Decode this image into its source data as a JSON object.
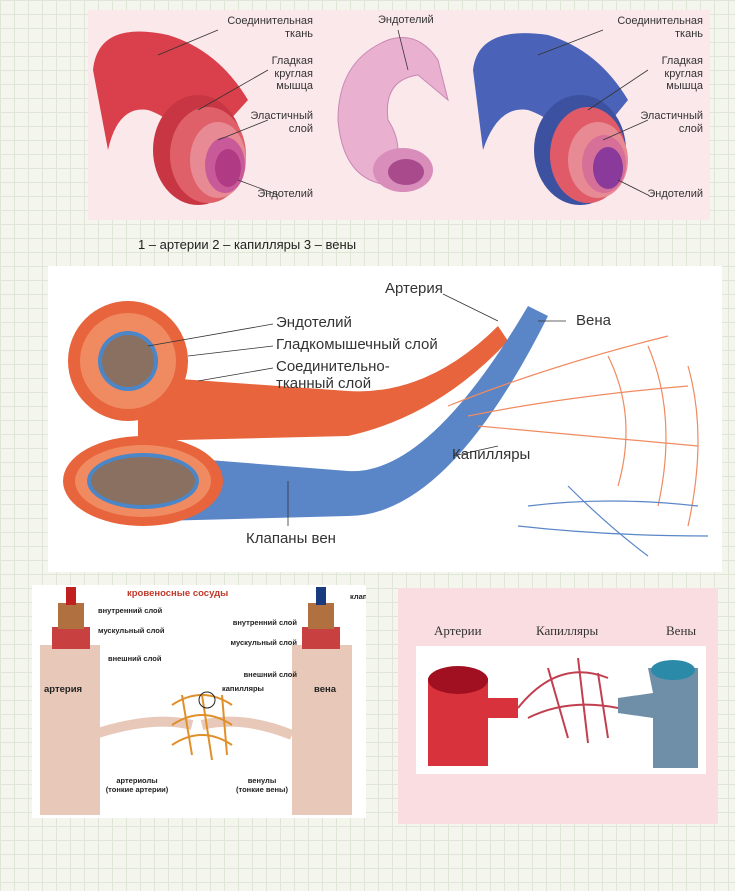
{
  "panel1": {
    "artery_labels": [
      "Соединительная ткань",
      "Гладкая круглая мышца",
      "Эластичный слой",
      "Эндотелий"
    ],
    "capillary_label": "Эндотелий",
    "vein_labels": [
      "Соединительная ткань",
      "Гладкая круглая мышца",
      "Эластичный слой",
      "Эндотелий"
    ]
  },
  "caption": "1 – артерии 2 – капилляры 3 – вены",
  "panel2": {
    "artery": "Артерия",
    "vein": "Вена",
    "endothelium": "Эндотелий",
    "smooth_muscle": "Гладкомышечный слой",
    "connective": "Соединительно-тканный слой",
    "capillaries": "Капилляры",
    "valves": "Клапаны вен"
  },
  "panel3": {
    "title": "кровеносные сосуды",
    "inner_left": "внутренний слой",
    "muscle_left": "мускульный слой",
    "outer_left": "внешний слой",
    "valve": "клапан",
    "inner_right": "внутренний слой",
    "muscle_right": "мускульный слой",
    "outer_right": "внешний слой",
    "capillaries": "капилляры",
    "artery": "артерия",
    "vein": "вена",
    "arterioles": "артериолы",
    "arterioles_sub": "(тонкие артерии)",
    "venules": "венулы",
    "venules_sub": "(тонкие вены)"
  },
  "panel4": {
    "arteries": "Артерии",
    "capillaries": "Капилляры",
    "veins": "Вены"
  }
}
